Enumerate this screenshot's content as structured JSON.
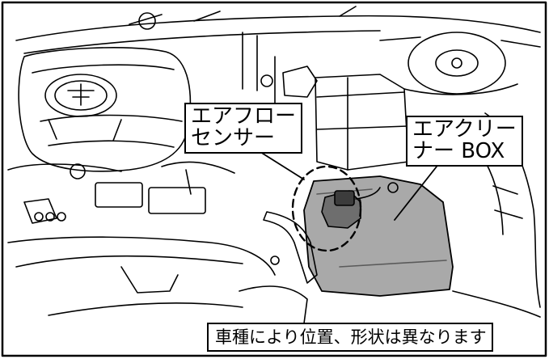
{
  "labels": {
    "air_flow_sensor": {
      "line1": "エアフロー",
      "line2": "センサー"
    },
    "air_cleaner_box": {
      "line1": "エアクリー",
      "line2": "ナー BOX"
    }
  },
  "note": "車種により位置、形状は異なります",
  "colors": {
    "line_art": "#000000",
    "highlight_fill": "#a9a9a9",
    "background": "#ffffff"
  }
}
